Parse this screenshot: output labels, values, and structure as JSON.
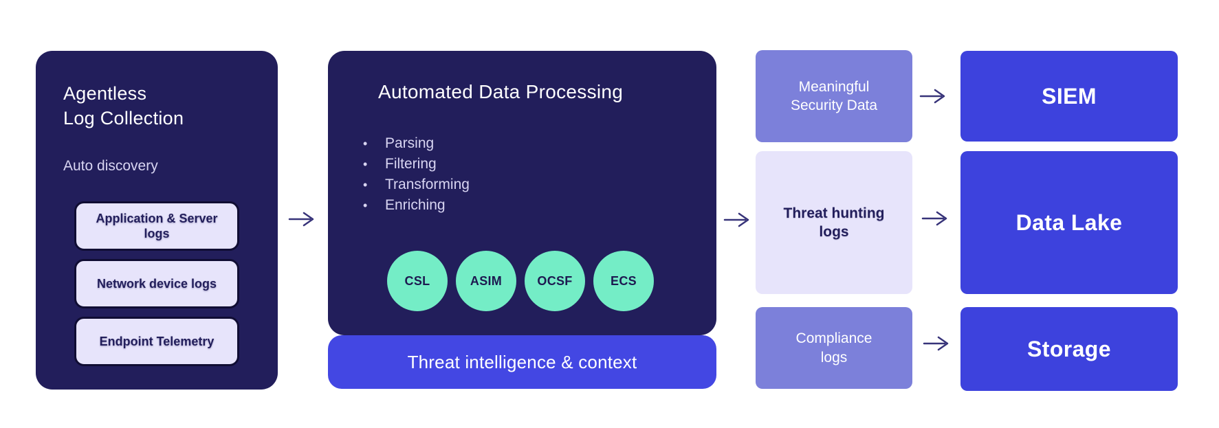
{
  "colors": {
    "navy": "#221e5b",
    "primary_blue": "#3d42dd",
    "banner_blue": "#4347e3",
    "purple": "#7c80da",
    "light_lavender": "#e7e4fb",
    "mint": "#74edc6",
    "lavender_text": "#d8d5f2",
    "arrow": "#373379"
  },
  "source": {
    "title": "Agentless\nLog Collection",
    "subtitle": "Auto discovery",
    "items": [
      "Application & Server\nlogs",
      "Network device logs",
      "Endpoint Telemetry"
    ]
  },
  "process": {
    "title": "Automated Data Processing",
    "bullet_char": "•",
    "steps": [
      "Parsing",
      "Filtering",
      "Transforming",
      "Enriching"
    ],
    "formats": [
      "CSL",
      "ASIM",
      "OCSF",
      "ECS"
    ],
    "banner": "Threat intelligence & context"
  },
  "outputs": [
    {
      "label": "Meaningful\nSecurity Data"
    },
    {
      "label": "Threat hunting\nlogs"
    },
    {
      "label": "Compliance\nlogs"
    }
  ],
  "destinations": [
    {
      "label": "SIEM"
    },
    {
      "label": "Data Lake"
    },
    {
      "label": "Storage"
    }
  ]
}
